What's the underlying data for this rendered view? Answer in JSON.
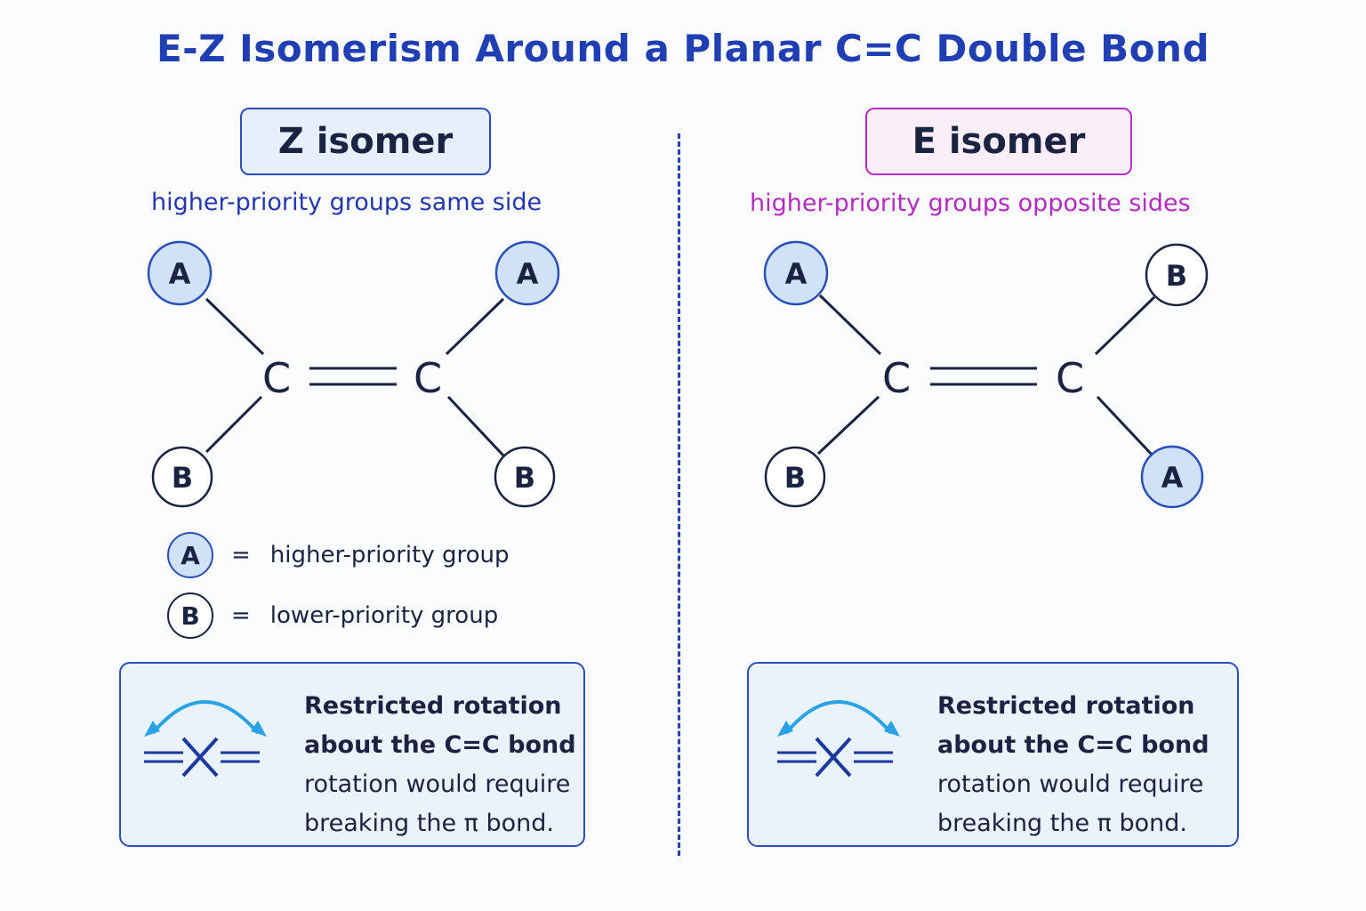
{
  "title": "E-Z Isomerism Around a Planar C=C Double Bond",
  "z_panel": {
    "label": "Z isomer",
    "subtitle": "higher-priority groups same side",
    "carbon_left": "C",
    "carbon_right": "C",
    "groups": {
      "top_left": "A",
      "top_right": "A",
      "bottom_left": "B",
      "bottom_right": "B"
    }
  },
  "e_panel": {
    "label": "E isomer",
    "subtitle": "higher-priority groups opposite sides",
    "carbon_left": "C",
    "carbon_right": "C",
    "groups": {
      "top_left": "A",
      "top_right": "B",
      "bottom_left": "B",
      "bottom_right": "A"
    }
  },
  "legend": [
    {
      "symbol": "A",
      "eq": "=",
      "text": "higher-priority group"
    },
    {
      "symbol": "B",
      "eq": "=",
      "text": "lower-priority group"
    }
  ],
  "info_left": {
    "line1": "Restricted rotation",
    "line2": "about the C=C bond",
    "line3": "rotation would require",
    "line4": "breaking the π bond."
  },
  "info_right": {
    "line1": "Restricted rotation",
    "line2": "about the C=C bond",
    "line3": "rotation would require",
    "line4": "breaking the π bond."
  },
  "colors": {
    "title": "#1f3fb3",
    "z_accent": "#2b4fb8",
    "e_accent": "#b62ac6",
    "high_priority_fill": "#cfe2f8",
    "rotation_arrow": "#29a3e6",
    "text": "#1b2342"
  }
}
